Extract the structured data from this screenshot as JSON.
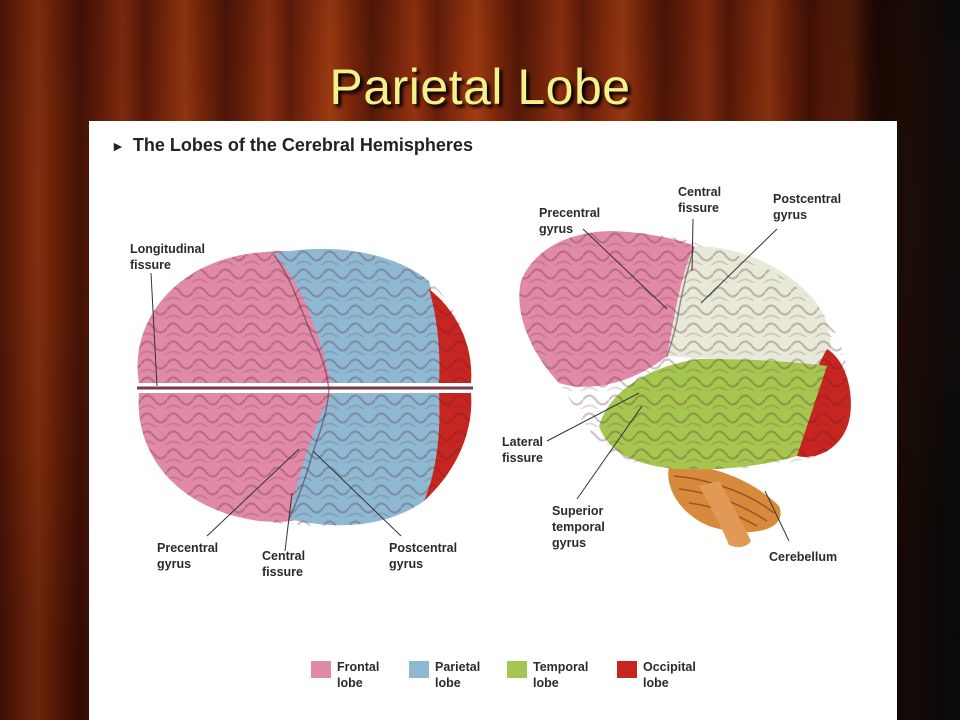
{
  "slide": {
    "title": "Parietal Lobe"
  },
  "figure": {
    "heading": "The Lobes of the Cerebral Hemispheres",
    "heading_marker": "►",
    "top_view_labels": {
      "longitudinal_fissure": "Longitudinal\nfissure",
      "precentral_gyrus": "Precentral\ngyrus",
      "central_fissure": "Central\nfissure",
      "postcentral_gyrus": "Postcentral\ngyrus"
    },
    "side_view_labels": {
      "precentral_gyrus": "Precentral\ngyrus",
      "central_fissure": "Central\nfissure",
      "postcentral_gyrus": "Postcentral\ngyrus",
      "lateral_fissure": "Lateral\nfissure",
      "superior_temporal_gyrus": "Superior\ntemporal\ngyrus",
      "cerebellum": "Cerebellum"
    },
    "legend": [
      {
        "label": "Frontal\nlobe",
        "color": "#e08aa8"
      },
      {
        "label": "Parietal\nlobe",
        "color": "#8fb9d2"
      },
      {
        "label": "Temporal\nlobe",
        "color": "#a5c74f"
      },
      {
        "label": "Occipital\nlobe",
        "color": "#c72620"
      }
    ]
  },
  "colors": {
    "frontal": "#e08aa8",
    "parietal": "#8fb9d2",
    "temporal": "#a5c74f",
    "occipital": "#c72620",
    "postcentral_side": "#e8ead9",
    "cerebellum": "#d88a3c",
    "title_text": "#f4f08a"
  }
}
